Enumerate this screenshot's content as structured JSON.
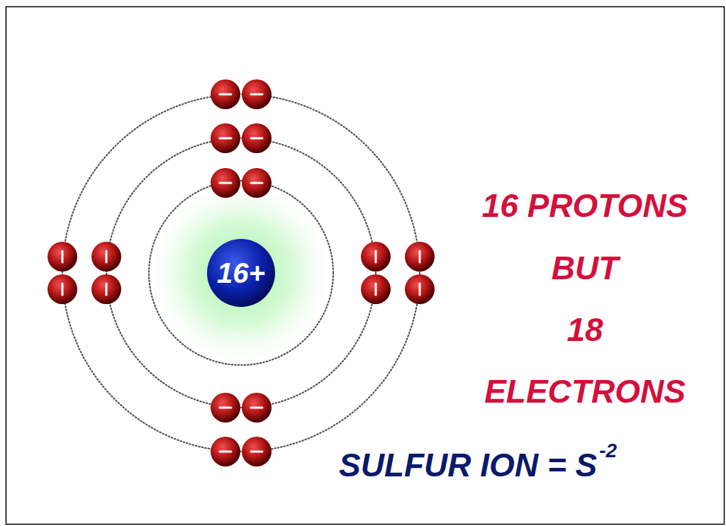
{
  "diagram": {
    "nodes": [
      {
        "text": [
          "16+"
        ]
      }
    ],
    "labels": [
      "16 PROTONS",
      "BUT",
      "18",
      "ELECTRONS",
      "SULFUR ION = S",
      "-2"
    ]
  }
}
